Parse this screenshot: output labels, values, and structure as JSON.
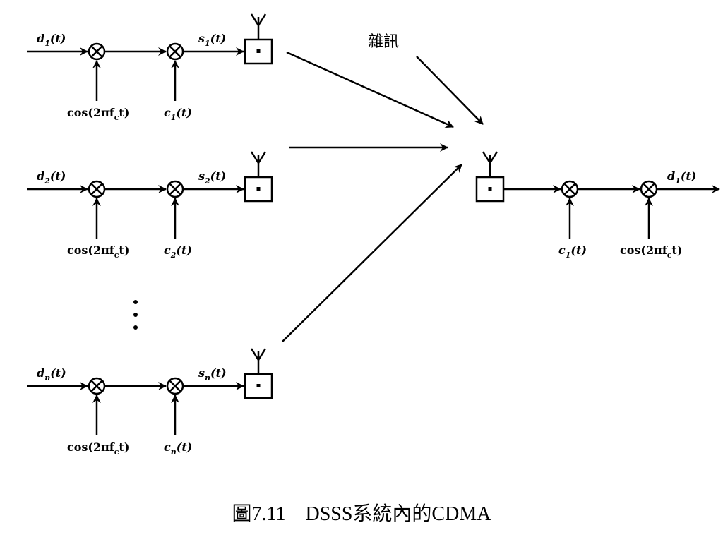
{
  "transmitters": [
    {
      "data": "d",
      "data_sub": "1",
      "carrier": "cos(2πf",
      "carrier_sub": "c",
      "code": "c",
      "code_sub": "1",
      "signal": "s",
      "signal_sub": "1"
    },
    {
      "data": "d",
      "data_sub": "2",
      "carrier": "cos(2πf",
      "carrier_sub": "c",
      "code": "c",
      "code_sub": "2",
      "signal": "s",
      "signal_sub": "2"
    },
    {
      "data": "d",
      "data_sub": "n",
      "carrier": "cos(2πf",
      "carrier_sub": "c",
      "code": "c",
      "code_sub": "n",
      "signal": "s",
      "signal_sub": "n"
    }
  ],
  "time_arg": "(t)",
  "carrier_suffix": "t)",
  "ellipsis": "⋮",
  "noise_label": "雜訊",
  "receiver": {
    "code": "c",
    "code_sub": "1",
    "carrier": "cos(2πf",
    "carrier_sub": "c",
    "output": "d",
    "output_sub": "1"
  },
  "caption": "圖7.11　DSSS系統內的CDMA"
}
